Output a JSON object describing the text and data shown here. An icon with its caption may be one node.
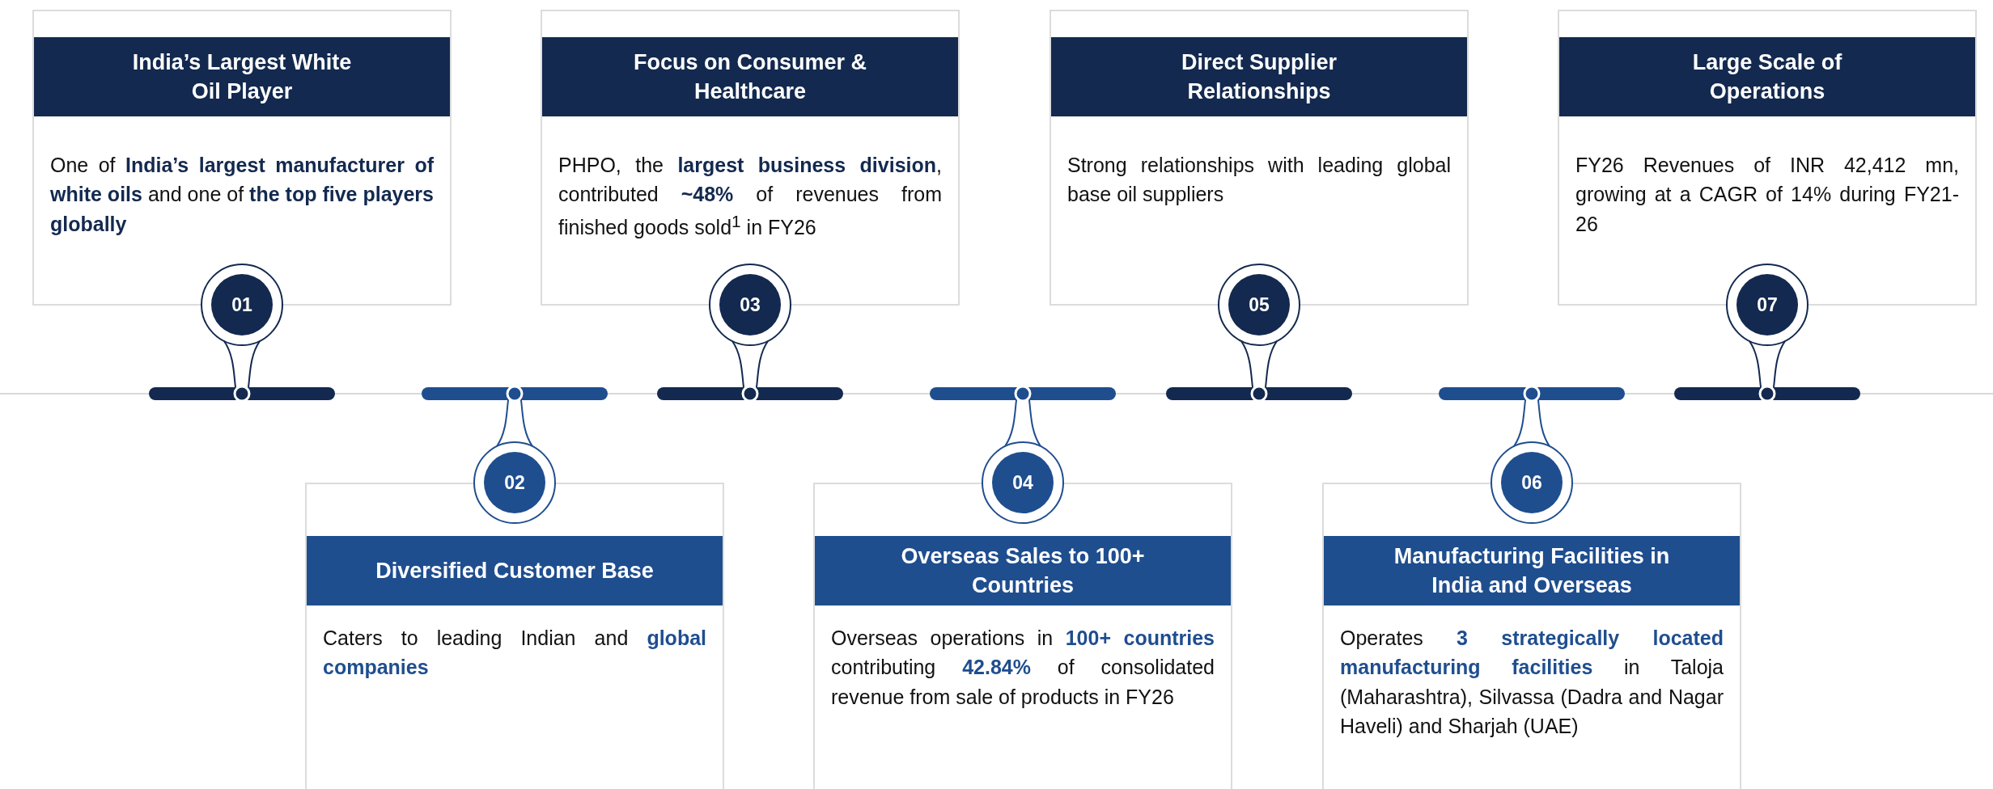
{
  "diagram": {
    "nodes": [
      {
        "text": [
          "India’s Largest White Oil Player",
          "One of **India’s largest manufacturer of white oils** and one of **the top five players globally**"
        ]
      },
      {
        "text": [
          "01"
        ]
      },
      {
        "text": [
          "Diversified Customer Base",
          "Caters to leading Indian and **global companies**"
        ]
      },
      {
        "text": [
          "02"
        ]
      },
      {
        "text": [
          "Focus on Consumer & Healthcare",
          "PHPO, the **largest business division**, contributed **~48%** of revenues from finished goods sold$^{1}$ in FY26"
        ]
      },
      {
        "text": [
          "03"
        ]
      },
      {
        "text": [
          "Overseas Sales to 100+ Countries",
          "Overseas operations in **100+ countries** contributing **42.84%** of consolidated revenue from sale of products in FY26"
        ]
      },
      {
        "text": [
          "04"
        ]
      },
      {
        "text": [
          "Direct Supplier Relationships",
          "Strong relationships with leading global base oil suppliers"
        ]
      },
      {
        "text": [
          "05"
        ]
      },
      {
        "text": [
          "Manufacturing Facilities in India and Overseas",
          "Operates **3 strategically located manufacturing facilities** in Taloja (Maharashtra), Silvassa (Dadra and Nagar Haveli) and Sharjah (UAE)"
        ]
      },
      {
        "text": [
          "06"
        ]
      },
      {
        "text": [
          "Large Scale of Operations",
          "FY26 Revenues of INR 42,412 mn, growing at a CAGR of 14% during FY21-26"
        ]
      },
      {
        "text": [
          "07"
        ]
      }
    ]
  }
}
